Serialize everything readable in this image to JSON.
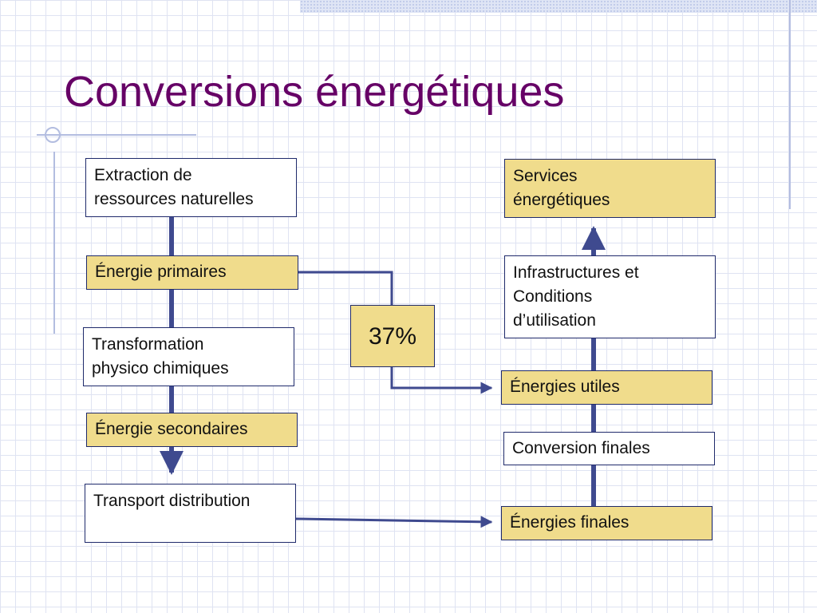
{
  "title": "Conversions énergétiques",
  "colors": {
    "title": "#660066",
    "arrow": "#3f4a8f",
    "box_fill": "#f0dc8c",
    "box_border": "#1f2a6b"
  },
  "left_column": {
    "extraction": "Extraction de\nressources naturelles",
    "primary": "Énergie primaires",
    "transformation": "Transformation\nphysico chimiques",
    "secondary": "Énergie secondaires",
    "transport": "Transport distribution"
  },
  "center": {
    "efficiency": "37%"
  },
  "right_column": {
    "services": "Services\nénergétiques",
    "infrastructure": "Infrastructures et\nConditions\nd’utilisation",
    "useful": "Énergies utiles",
    "final_conversion": "Conversion finales",
    "final": "Énergies finales"
  }
}
